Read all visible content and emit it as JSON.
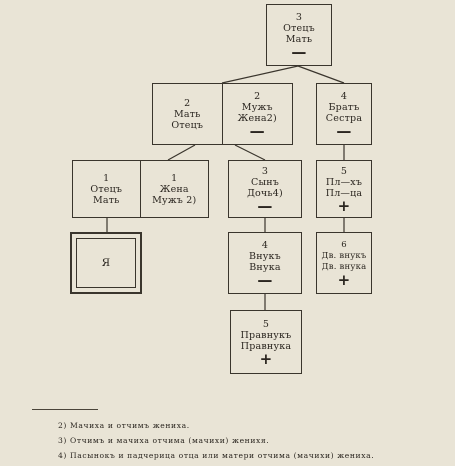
{
  "nodes": {
    "top": {
      "degree": "3",
      "line1": "Отецъ",
      "line2": "Мать",
      "sign": "—"
    },
    "mid_left": {
      "degree": "2",
      "line1": "Мать",
      "line2": "Отецъ"
    },
    "mid_right": {
      "degree": "2",
      "line1": "Мужъ",
      "line2": "Жена2)",
      "sign": "—"
    },
    "brother": {
      "degree": "4",
      "line1": "Братъ",
      "line2": "Сестра",
      "sign": "—"
    },
    "parents_left": {
      "degree": "1",
      "line1": "Отецъ",
      "line2": "Мать"
    },
    "parents_right": {
      "degree": "1",
      "line1": "Жена",
      "line2": "Мужъ 2)"
    },
    "child": {
      "degree": "3",
      "line1": "Сынъ",
      "line2": "Дочь4)",
      "sign": "—"
    },
    "nephew": {
      "degree": "5",
      "line1": "Пл—хъ",
      "line2": "Пл—ца",
      "sign": "+"
    },
    "self": {
      "label": "Я"
    },
    "grandchild": {
      "degree": "4",
      "line1": "Внукъ",
      "line2": "Внука",
      "sign": "—"
    },
    "grandnephew": {
      "degree": "6",
      "line1": "Дв. внукъ",
      "line2": "Дв. внука",
      "sign": "+"
    },
    "greatgrandchild": {
      "degree": "5",
      "line1": "Правнукъ",
      "line2": "Правнука",
      "sign": "+"
    }
  },
  "footnotes": [
    "2) Мачиха и отчимъ жениха.",
    "3) Отчимъ и мачиха отчима (мачихи) женихя.",
    "4) Пасынокъ и падчерица отца или матери отчима (мачихи) жениха."
  ]
}
